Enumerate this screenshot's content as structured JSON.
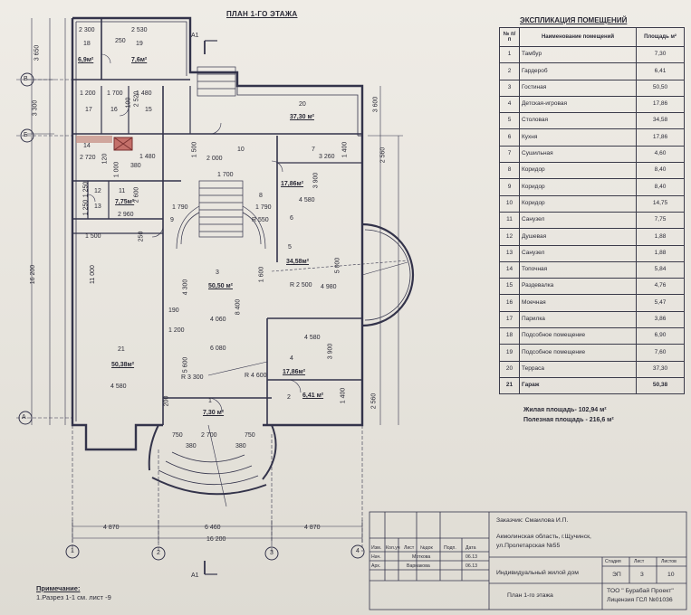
{
  "plan_title": "ПЛАН 1-ГО ЭТАЖА",
  "explication": {
    "title": "ЭКСПЛИКАЦИЯ ПОМЕЩЕНИЙ",
    "headers": {
      "num": "№ п/п",
      "name": "Наименование помещений",
      "area": "Площадь м²"
    },
    "rows": [
      {
        "n": "1",
        "name": "Тамбур",
        "area": "7,30"
      },
      {
        "n": "2",
        "name": "Гардероб",
        "area": "6,41"
      },
      {
        "n": "3",
        "name": "Гостиная",
        "area": "50,50"
      },
      {
        "n": "4",
        "name": "Детская-игровая",
        "area": "17,86"
      },
      {
        "n": "5",
        "name": "Столовая",
        "area": "34,58"
      },
      {
        "n": "6",
        "name": "Кухня",
        "area": "17,86"
      },
      {
        "n": "7",
        "name": "Сушильная",
        "area": "4,60"
      },
      {
        "n": "8",
        "name": "Коридор",
        "area": "8,40"
      },
      {
        "n": "9",
        "name": "Коридор",
        "area": "8,40"
      },
      {
        "n": "10",
        "name": "Коридор",
        "area": "14,75"
      },
      {
        "n": "11",
        "name": "Санузел",
        "area": "7,75"
      },
      {
        "n": "12",
        "name": "Душевая",
        "area": "1,88"
      },
      {
        "n": "13",
        "name": "Санузел",
        "area": "1,88"
      },
      {
        "n": "14",
        "name": "Топочная",
        "area": "5,84"
      },
      {
        "n": "15",
        "name": "Раздевалка",
        "area": "4,76"
      },
      {
        "n": "16",
        "name": "Моечная",
        "area": "5,47"
      },
      {
        "n": "17",
        "name": "Парилка",
        "area": "3,86"
      },
      {
        "n": "18",
        "name": "Подсобное помещение",
        "area": "6,90"
      },
      {
        "n": "19",
        "name": "Подсобное помещение",
        "area": "7,60"
      },
      {
        "n": "20",
        "name": "Терраса",
        "area": "37,30"
      },
      {
        "n": "21",
        "name": "Гараж",
        "area": "50,38",
        "bold": true
      }
    ],
    "living_area": "Жилая площадь- 102,94 м²",
    "useful_area": "Полезная площадь - 216,6 м²"
  },
  "rooms": [
    {
      "num": "18",
      "area": "6,9м²"
    },
    {
      "num": "19",
      "area": "7,6м²"
    },
    {
      "num": "20",
      "area": "37,30 м²"
    },
    {
      "num": "17",
      "area": ""
    },
    {
      "num": "16",
      "area": ""
    },
    {
      "num": "15",
      "area": ""
    },
    {
      "num": "14",
      "area": ""
    },
    {
      "num": "10",
      "area": ""
    },
    {
      "num": "7",
      "area": ""
    },
    {
      "num": "12",
      "area": ""
    },
    {
      "num": "11",
      "area": "7,75м²"
    },
    {
      "num": "13",
      "area": ""
    },
    {
      "num": "9",
      "area": ""
    },
    {
      "num": "8",
      "area": ""
    },
    {
      "num": "6",
      "area": "17,86м²"
    },
    {
      "num": "5",
      "area": "34,58м²"
    },
    {
      "num": "3",
      "area": "50,50 м²"
    },
    {
      "num": "21",
      "area": "50,38м²"
    },
    {
      "num": "4",
      "area": "17,86м²"
    },
    {
      "num": "2",
      "area": "6,41 м²"
    },
    {
      "num": "1",
      "area": "7,30 м²"
    }
  ],
  "dimensions": {
    "d2300": "2 300",
    "d2530": "2 530",
    "d250": "250",
    "d1200": "1 200",
    "d1700": "1 700",
    "d1480a": "1 480",
    "d2720": "2 720",
    "d380": "380",
    "d1480b": "1 480",
    "d2000": "2 000",
    "d3260": "3 260",
    "d1500": "1 500",
    "d1700b": "1 700",
    "d1790a": "1 790",
    "d1790b": "1 790",
    "dR550": "R 550",
    "d2960": "2 960",
    "d1500b": "1 500",
    "d250b": "250",
    "d4580a": "4 580",
    "d3900a": "3 900",
    "d1400a": "1 400",
    "d11000": "11 000",
    "d4300": "4 300",
    "d8400": "8 400",
    "d1600": "1 600",
    "dR2500": "R 2 500",
    "d5000": "5 000",
    "d4980": "4 980",
    "d190": "190",
    "d4060": "4 060",
    "d1200b": "1 200",
    "d6080": "6 080",
    "d4580b": "4 580",
    "d3900b": "3 900",
    "d5600": "5 600",
    "dR3300": "R 3 300",
    "dR4600": "R 4 600",
    "d4580c": "4 580",
    "d200": "200",
    "d1400b": "1 400",
    "d750a": "750",
    "d2700": "2 700",
    "d750b": "750",
    "d380b": "380",
    "d380c": "380",
    "d3650": "3 650",
    "d3300": "3 300",
    "d16200v": "16 200",
    "d3600": "3 600",
    "d2560a": "2 560",
    "d2560b": "2 560",
    "d2960b": "2 960",
    "d4870a": "4 870",
    "d6460": "6 460",
    "d4870b": "4 870",
    "d16200h": "16 200",
    "d2600": "2 600",
    "d100": "100",
    "d1250a": "1 250",
    "d1250b": "1 250",
    "d1000": "1 000",
    "d120": "120",
    "d2520": "2 520"
  },
  "axes": {
    "v": [
      "В",
      "Б",
      "А"
    ],
    "h": [
      "1",
      "2",
      "3",
      "4"
    ]
  },
  "section_marks": {
    "top": "А1",
    "bottom": "А1"
  },
  "note": {
    "title": "Примечание:",
    "text": "1.Разрез 1-1 см. лист -9"
  },
  "title_block": {
    "customer": "Заказчик: Смаилова И.П.",
    "address_line1": "Акмолинская область, г.Щучинск,",
    "address_line2": "ул.Пролетарская №55",
    "header_cols": [
      "Изм.",
      "Кол.уч",
      "Лист",
      "№док",
      "Подп.",
      "Дата"
    ],
    "roles": [
      {
        "role": "Нач.",
        "name": "Моткова",
        "date": "06.13"
      },
      {
        "role": "Арх.",
        "name": "Варнакова",
        "date": "06.13"
      }
    ],
    "project": "Индивидуальный жилой дом",
    "stage_h": "Стадия",
    "sheet_h": "Лист",
    "sheets_h": "Листов",
    "stage": "ЭП",
    "sheet": "3",
    "sheets": "10",
    "drawing": "План 1-го этажа",
    "org_line1": "ТОО \" Бурабай Проект\"",
    "org_line2": "Лицензия  ГСЛ №01036"
  }
}
